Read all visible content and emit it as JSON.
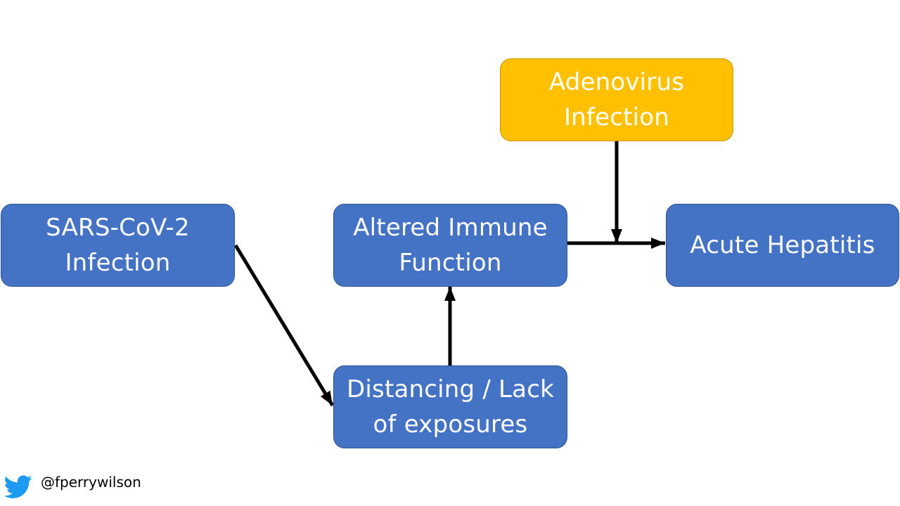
{
  "diagram": {
    "nodes": {
      "adenovirus": {
        "line1": "Adenovirus",
        "line2": "Infection"
      },
      "sars": {
        "line1": "SARS-CoV-2",
        "line2": "Infection"
      },
      "immune": {
        "line1": "Altered Immune",
        "line2": "Function"
      },
      "hepatitis": {
        "line1": "Acute Hepatitis"
      },
      "distancing": {
        "line1": "Distancing / Lack",
        "line2": "of exposures"
      }
    },
    "edges": [
      {
        "from": "sars",
        "to": "distancing"
      },
      {
        "from": "distancing",
        "to": "immune"
      },
      {
        "from": "immune",
        "to": "hepatitis"
      },
      {
        "from": "adenovirus",
        "to": "immune-hepatitis-edge"
      }
    ]
  },
  "footer": {
    "icon": "twitter-bird-icon",
    "handle": "@fperrywilson"
  },
  "colors": {
    "node_blue": "#4472c4",
    "node_gold": "#ffc000",
    "arrow": "#000000",
    "twitter_blue": "#1d9bf0"
  }
}
